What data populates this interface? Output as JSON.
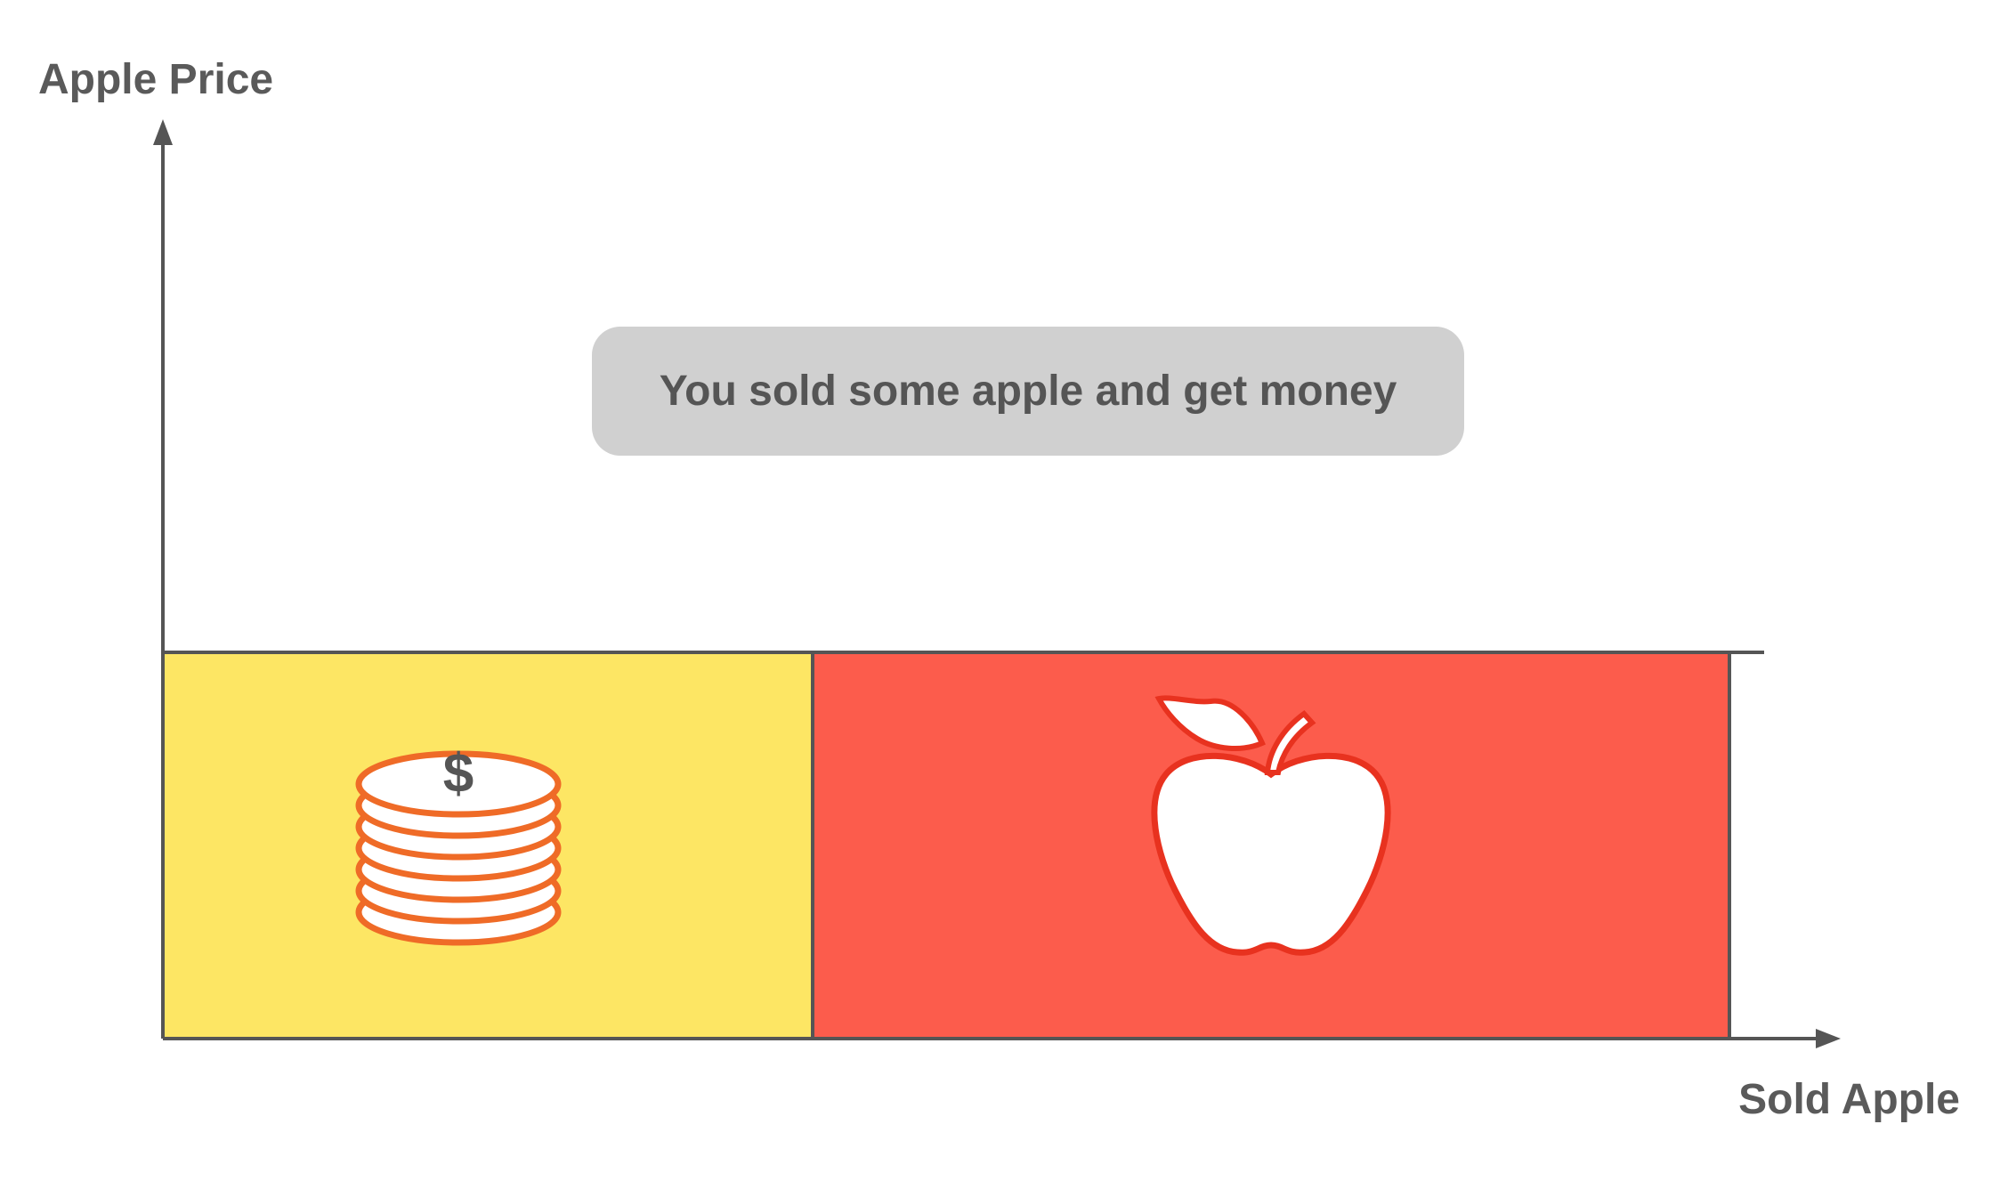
{
  "axes": {
    "y_label": "Apple Price",
    "x_label": "Sold Apple"
  },
  "callout": {
    "text": "You sold some apple and get money"
  },
  "regions": [
    {
      "name": "money-area",
      "color": "#fde664",
      "icon": "coin-stack-icon",
      "icon_glyph": "$"
    },
    {
      "name": "apple-area",
      "color": "#fc5c4c",
      "icon": "apple-icon"
    }
  ],
  "colors": {
    "axis": "#555555",
    "coin_outline": "#ef6b27",
    "apple_outline": "#e8321f",
    "glyph": "#555555"
  }
}
